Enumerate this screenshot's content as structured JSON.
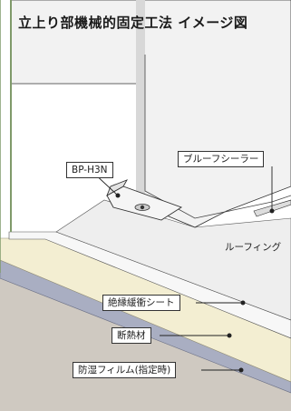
{
  "title": "立上り部機械的固定工法 イメージ図",
  "labels": {
    "bracket": "BP-H3N",
    "sealer": "ブルーフシーラー",
    "roofing": "ルーフィング",
    "cushion_sheet": "絶縁緩衝シート",
    "insulation": "断熱材",
    "vapor_film": "防湿フィルム(指定時)"
  },
  "colors": {
    "wall": "#f2f2f2",
    "wall_side": "#d8d8d8",
    "roofing": "#eeeeee",
    "cushion": "#f7f7f7",
    "insulation": "#f3eed2",
    "vapor_film": "#a9aec2",
    "concrete": "#cfc9c1",
    "frame_accent": "#7f9a6a"
  }
}
